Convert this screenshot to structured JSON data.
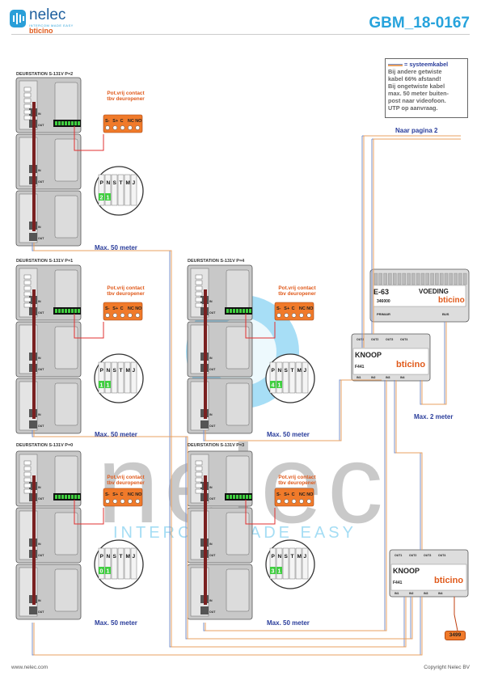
{
  "header": {
    "logo_text": "nelec",
    "logo_sub": "INTERCOM MADE EASY",
    "logo_brand": "bticino",
    "doc_code": "GBM_18-0167"
  },
  "legend": {
    "line1": "= systeemkabel",
    "lines": [
      "Bij andere getwiste",
      "kabel 66% afstand!",
      "Bij ongetwiste kabel",
      "max. 50 meter buiten-",
      "post naar videofoon.",
      "UTP op aanvraag."
    ]
  },
  "cable_label": "Naar pagina 2",
  "stations": [
    {
      "title": "DEURSTATION S-131V P=2",
      "dip": [
        "2",
        "1"
      ],
      "meter": "Max. 50 meter"
    },
    {
      "title": "DEURSTATION S-131V P=1",
      "dip": [
        "1",
        "1"
      ],
      "meter": "Max. 50 meter"
    },
    {
      "title": "DEURSTATION S-131V P=0",
      "dip": [
        "0",
        "1"
      ],
      "meter": "Max. 50 meter"
    },
    {
      "title": "DEURSTATION S-131V P=4",
      "dip": [
        "4",
        "1"
      ],
      "meter": "Max. 50 meter"
    },
    {
      "title": "DEURSTATION S-131V P=3",
      "dip": [
        "3",
        "1"
      ],
      "meter": "Max. 50 meter"
    }
  ],
  "contact": {
    "line1": "Pot.vrij contact",
    "line2": "tbv deuropener",
    "terms": [
      "S-",
      "S+",
      "C",
      "NC",
      "NO"
    ]
  },
  "dip_header": [
    "P",
    "N",
    "S",
    "T",
    "M",
    "J"
  ],
  "module_labels": {
    "in": "IN",
    "out": "OUT"
  },
  "voeding": {
    "code": "E-63",
    "name": "VOEDING",
    "art": "346000",
    "brand": "bticino",
    "primair": "PRIMAIR",
    "bus": "BUS"
  },
  "knoop": {
    "name": "KNOOP",
    "art": "F441",
    "brand": "bticino",
    "outs": [
      "OUT1",
      "OUT2",
      "OUT3",
      "OUT4"
    ],
    "ins": [
      "IN1",
      "IN2",
      "IN3",
      "IN4"
    ]
  },
  "max2": "Max. 2 meter",
  "terminator": "3499",
  "watermark": {
    "big": "nelec",
    "sub": "INTERCOM MADE EASY"
  },
  "footer": {
    "left": "www.nelec.com",
    "right": "Copyright Nelec BV"
  },
  "colors": {
    "accent": "#27a3dc",
    "orange": "#f07a2a",
    "blue_text": "#2a3d9b",
    "cable_red": "#e03030",
    "cable_orange": "#e8a060",
    "cable_blue": "#7a90c8"
  }
}
